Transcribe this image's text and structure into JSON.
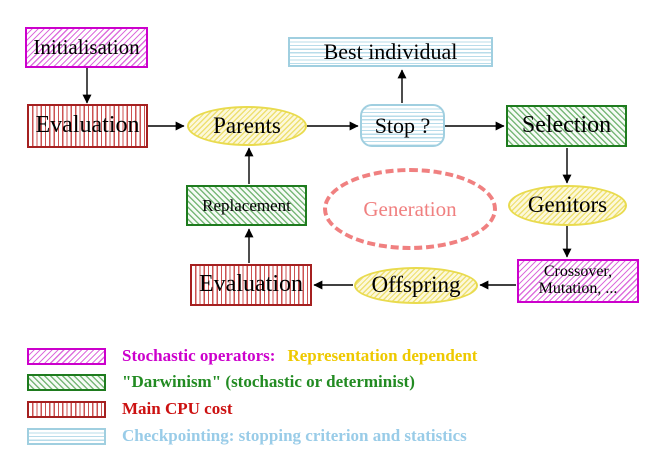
{
  "diagram": {
    "title": "Evolutionary algorithm generation loop",
    "nodes": {
      "initialisation": {
        "label": "Initialisation",
        "style": "magenta-diagonal-hatch"
      },
      "evaluation_top": {
        "label": "Evaluation",
        "style": "red-vertical-lines"
      },
      "parents": {
        "label": "Parents",
        "style": "yellow-diagonal-hatch-ellipse"
      },
      "best_individual": {
        "label": "Best individual",
        "style": "cyan-horizontal-lines"
      },
      "stop": {
        "label": "Stop ?",
        "style": "cyan-horizontal-lines-rounded"
      },
      "selection": {
        "label": "Selection",
        "style": "green-diagonal-hatch"
      },
      "genitors": {
        "label": "Genitors",
        "style": "yellow-diagonal-hatch-ellipse"
      },
      "crossover_mutation": {
        "line1": "Crossover,",
        "line2": "Mutation, ...",
        "style": "magenta-diagonal-hatch"
      },
      "offspring": {
        "label": "Offspring",
        "style": "yellow-diagonal-hatch-ellipse"
      },
      "evaluation_bottom": {
        "label": "Evaluation",
        "style": "red-vertical-lines"
      },
      "replacement": {
        "label": "Replacement",
        "style": "green-diagonal-hatch"
      },
      "generation": {
        "label": "Generation",
        "style": "salmon-dashed-ellipse"
      }
    },
    "edges": [
      {
        "from": "Initialisation",
        "to": "Evaluation (top)"
      },
      {
        "from": "Evaluation (top)",
        "to": "Parents"
      },
      {
        "from": "Parents",
        "to": "Stop ?"
      },
      {
        "from": "Stop ?",
        "to": "Best individual"
      },
      {
        "from": "Stop ?",
        "to": "Selection"
      },
      {
        "from": "Selection",
        "to": "Genitors"
      },
      {
        "from": "Genitors",
        "to": "Crossover, Mutation, ..."
      },
      {
        "from": "Crossover, Mutation, ...",
        "to": "Offspring"
      },
      {
        "from": "Offspring",
        "to": "Evaluation (bottom)"
      },
      {
        "from": "Evaluation (bottom)",
        "to": "Replacement"
      },
      {
        "from": "Replacement",
        "to": "Parents"
      }
    ]
  },
  "legend": {
    "rows": [
      {
        "swatch": "magenta-diagonal-hatch",
        "label": "Stochastic operators:",
        "label2": "Representation dependent"
      },
      {
        "swatch": "green-diagonal-hatch",
        "label": "\"Darwinism\" (stochastic or determinist)"
      },
      {
        "swatch": "red-vertical-lines",
        "label": "Main CPU cost"
      },
      {
        "swatch": "cyan-horizontal-lines",
        "label": "Checkpointing: stopping criterion and statistics"
      }
    ]
  },
  "colors": {
    "magenta_border": "#cc00cc",
    "magenta_text": "#cc00cc",
    "gold_text": "#eec900",
    "green_border": "#1e7b1e",
    "green_text": "#228b22",
    "red_border": "#a52020",
    "red_text": "#cc1111",
    "cyan_border": "#a0cfe0",
    "lightblue_text": "#99cce8",
    "yellow_border": "#e9db4e",
    "salmon": "#f08080",
    "arrow": "#000000"
  }
}
